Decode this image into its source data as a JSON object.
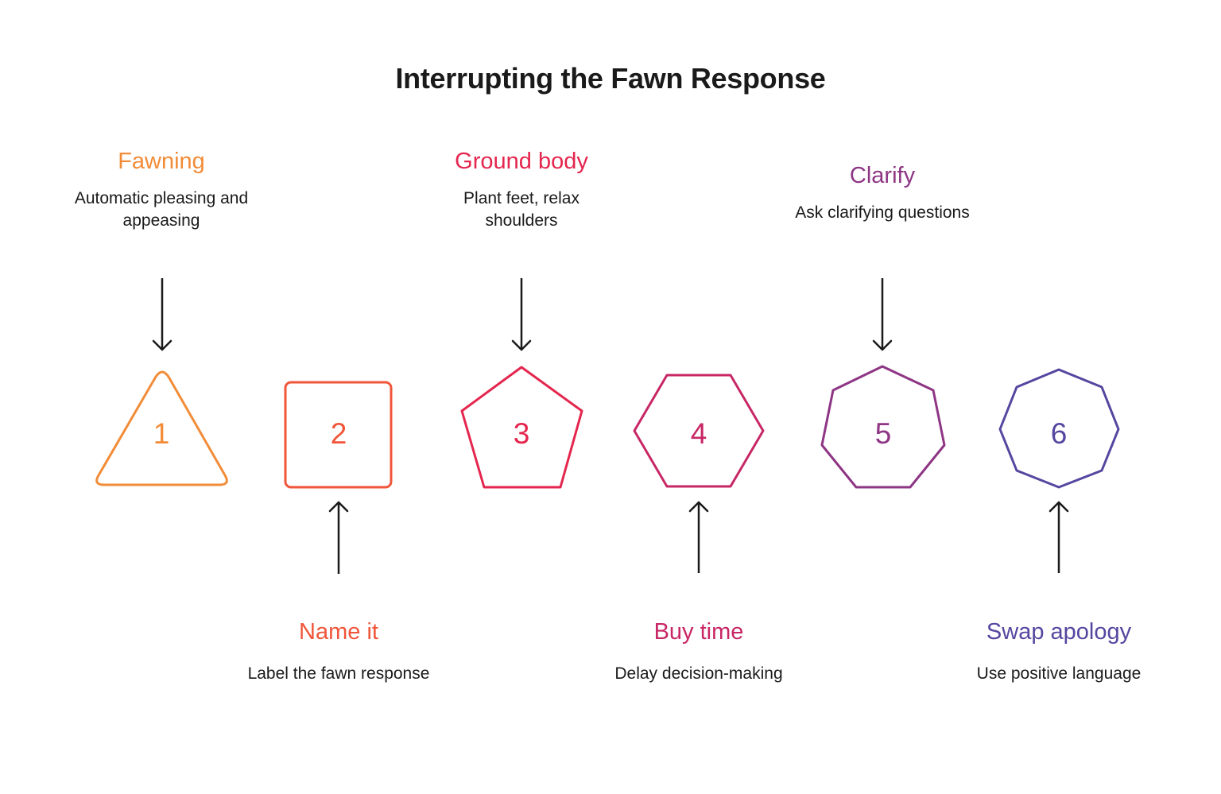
{
  "title": "Interrupting the Fawn Response",
  "steps": [
    {
      "number": "1",
      "heading": "Fawning",
      "description": "Automatic pleasing and appeasing",
      "color": "#F28C38",
      "shape": "triangle",
      "label_position": "top"
    },
    {
      "number": "2",
      "heading": "Name it",
      "description": "Label the fawn response",
      "color": "#F0563A",
      "shape": "square",
      "label_position": "bottom"
    },
    {
      "number": "3",
      "heading": "Ground body",
      "description": "Plant feet, relax shoulders",
      "color": "#E4264E",
      "shape": "pentagon",
      "label_position": "top"
    },
    {
      "number": "4",
      "heading": "Buy time",
      "description": "Delay decision-making",
      "color": "#C82765",
      "shape": "hexagon",
      "label_position": "bottom"
    },
    {
      "number": "5",
      "heading": "Clarify",
      "description": "Ask clarifying questions",
      "color": "#8E3584",
      "shape": "heptagon",
      "label_position": "top"
    },
    {
      "number": "6",
      "heading": "Swap apology",
      "description": "Use positive language",
      "color": "#5447A0",
      "shape": "octagon",
      "label_position": "bottom"
    }
  ],
  "arrow_color": "#1a1a1a"
}
